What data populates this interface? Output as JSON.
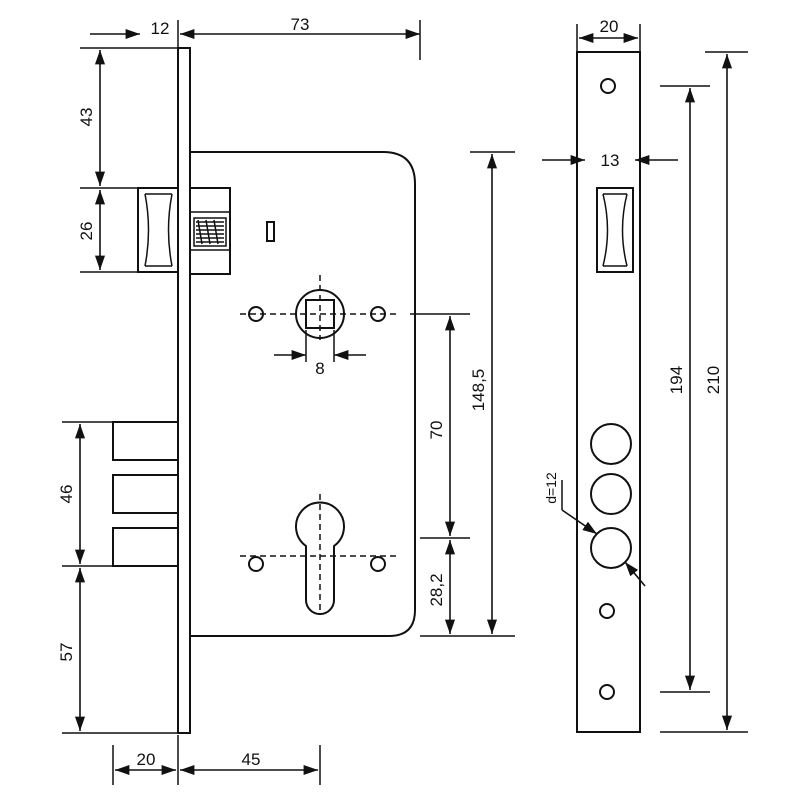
{
  "dimensions": {
    "faceplate_thickness": "12",
    "case_depth": "73",
    "top_to_latch": "43",
    "latch_height": "26",
    "spindle_square": "8",
    "case_height": "148,5",
    "handle_to_cylinder": "70",
    "cylinder_to_bottom": "28,2",
    "bolt_block": "46",
    "bolt_to_bottom": "57",
    "bolt_throw": "20",
    "backset": "45",
    "faceplate_width": "20",
    "latch_window_width": "13",
    "screw_spacing": "194",
    "faceplate_length": "210",
    "hole_diameter": "d=12"
  }
}
